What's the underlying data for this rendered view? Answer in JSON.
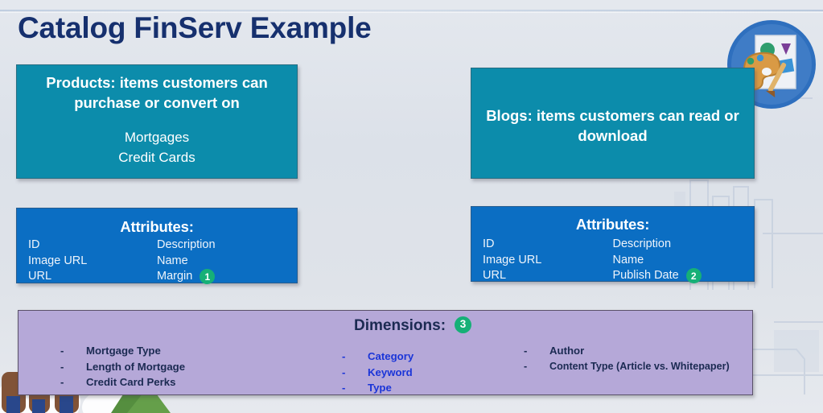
{
  "slide": {
    "title": "Catalog FinServ Example",
    "title_color": "#16306e",
    "background_color": "#dfe3ea"
  },
  "decor": {
    "palette_badge_name": "palette-designer-icon"
  },
  "products_card": {
    "color": "#0c8cab",
    "heading": "Products: items customers can purchase or convert on",
    "items": [
      "Mortgages",
      "Credit Cards"
    ]
  },
  "blogs_card": {
    "color": "#0c8cab",
    "heading": "Blogs: items customers can read or download"
  },
  "attributes_left": {
    "color": "#0b6ec3",
    "title": "Attributes:",
    "column_1": [
      "ID",
      "Image URL",
      "URL"
    ],
    "column_2": [
      "Description",
      "Name",
      "Margin"
    ],
    "badge": "1",
    "badge_color": "#16b077"
  },
  "attributes_right": {
    "color": "#0b6ec3",
    "title": "Attributes:",
    "column_1": [
      "ID",
      "Image URL",
      "URL"
    ],
    "column_2": [
      "Description",
      "Name",
      "Publish Date"
    ],
    "badge": "2",
    "badge_color": "#16b077"
  },
  "dimensions": {
    "color": "#b5a8d8",
    "title": "Dimensions:",
    "badge": "3",
    "badge_color": "#16b077",
    "bullet": "-",
    "column_1": [
      "Mortgage Type",
      "Length of Mortgage",
      "Credit Card Perks"
    ],
    "column_2": [
      "Category",
      "Keyword",
      "Type"
    ],
    "column_2_color": "#1a35d8",
    "column_3": [
      "Author",
      "Content Type (Article vs. Whitepaper)"
    ]
  }
}
